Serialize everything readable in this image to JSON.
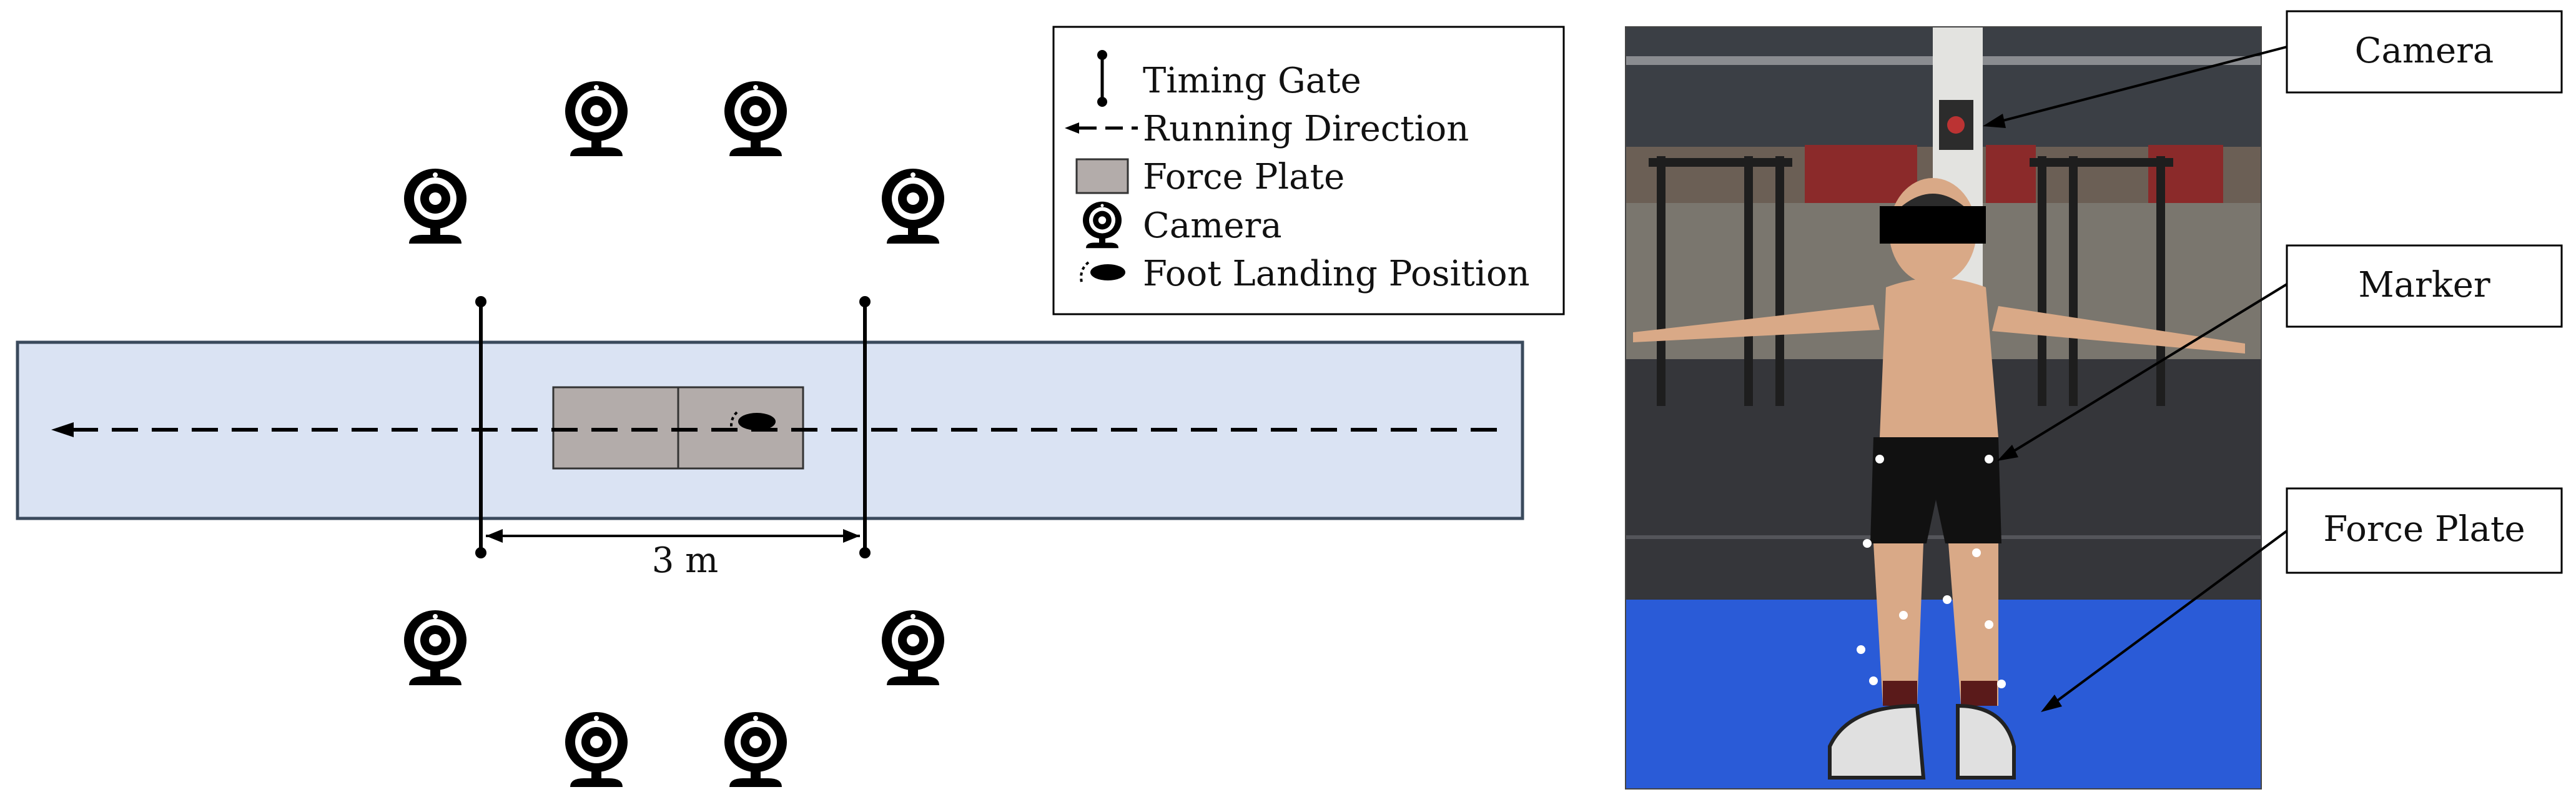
{
  "diagram": {
    "distance_label": "3 m",
    "legend": {
      "items": [
        {
          "icon": "timing-gate-icon",
          "label": "Timing Gate"
        },
        {
          "icon": "running-direction-icon",
          "label": "Running Direction"
        },
        {
          "icon": "force-plate-icon",
          "label": "Force Plate"
        },
        {
          "icon": "camera-icon",
          "label": "Camera"
        },
        {
          "icon": "foot-landing-icon",
          "label": "Foot Landing Position"
        }
      ]
    },
    "colors": {
      "runway": "#dae3f3",
      "force_plate": "#b3acaa",
      "icon": "#000000"
    }
  },
  "photo": {
    "callouts": [
      {
        "label": "Camera"
      },
      {
        "label": "Marker"
      },
      {
        "label": "Force Plate"
      }
    ],
    "colors": {
      "ceiling": "#3b3f45",
      "wall": "#6b5f55",
      "floor": "#35363a",
      "mat": "#2a5bd7",
      "skin": "#d9a987",
      "shorts": "#111111"
    }
  }
}
